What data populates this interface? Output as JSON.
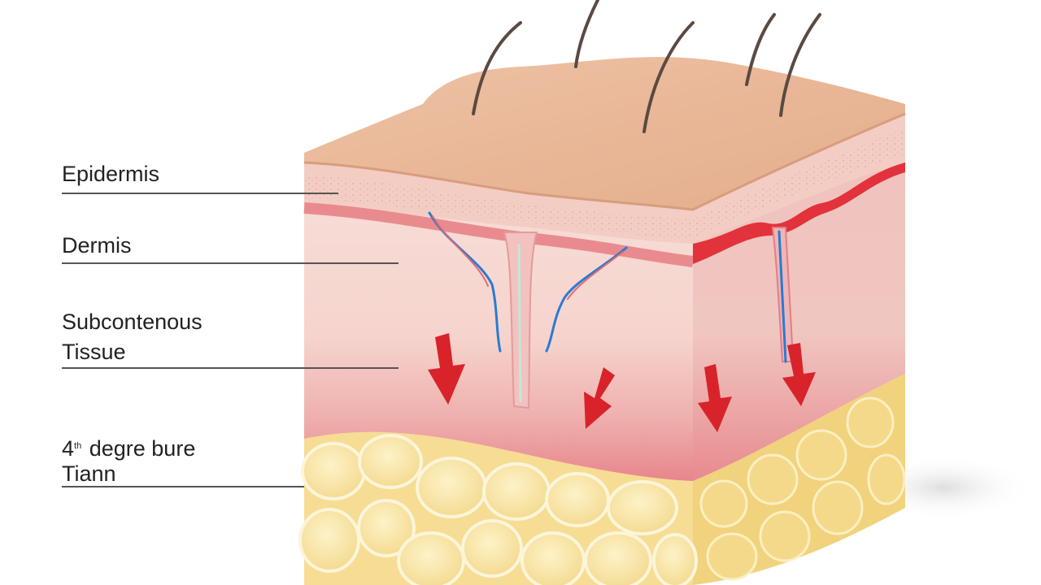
{
  "labels": {
    "epidermis": "Epidermis",
    "dermis": "Dermis",
    "subcutaneous": {
      "line1": "Subcontenous",
      "line2": "Tissue"
    },
    "burn": {
      "number": "4",
      "superscript": "th",
      "rest": "degre bure",
      "line2": "Tiann"
    }
  },
  "colors": {
    "skin_surface": "#e8b99a",
    "epidermis_band": "#f2c9bc",
    "dermis": "#f4d2cc",
    "dermis_deep_red": "#e57f86",
    "fat": "#f7e3a2",
    "fat_outline": "#fbf2cf",
    "arrow_red": "#d8232a",
    "vessel_blue": "#2a7bd1",
    "hair": "#5a4a42"
  }
}
